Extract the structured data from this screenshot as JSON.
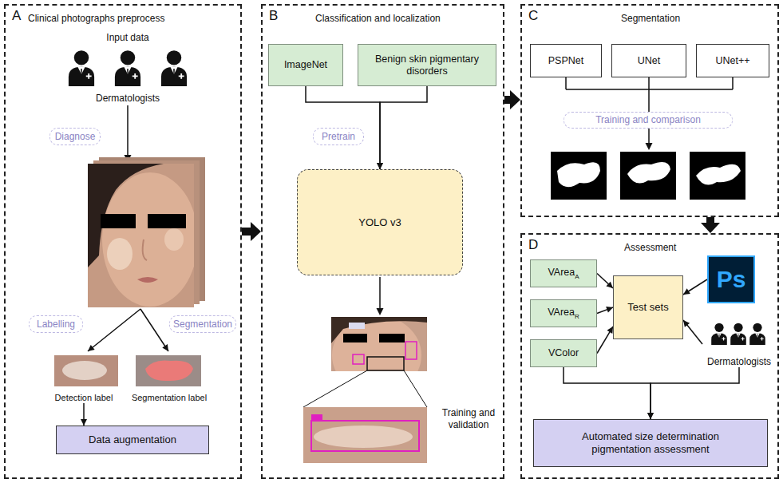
{
  "diagram": {
    "nodes": [
      {
        "text": [
          "A",
          "Clinical photographs preprocess"
        ]
      },
      {
        "text": [
          "Input data",
          "Dermatologists"
        ],
        "in": 0
      },
      {
        "text": [
          "Diagnose"
        ],
        "in": 0
      },
      {
        "text": [
          "Labelling"
        ],
        "in": 0
      },
      {
        "text": [
          "Segmentation"
        ],
        "in": 0
      },
      {
        "text": [
          "Detection label"
        ],
        "in": 0
      },
      {
        "text": [
          "Segmentation label"
        ],
        "in": 0
      },
      {
        "text": [
          "Data augmentation"
        ],
        "in": 0
      },
      {
        "text": [
          "B",
          "Classification and localization"
        ]
      },
      {
        "text": [
          "ImageNet"
        ],
        "in": 8
      },
      {
        "text": [
          "Benign skin pigmentary disorders"
        ],
        "in": 8
      },
      {
        "text": [
          "Pretrain"
        ],
        "in": 8
      },
      {
        "text": [
          "YOLO v3"
        ],
        "in": 8
      },
      {
        "text": [
          "C",
          "Segmentation"
        ]
      },
      {
        "text": [
          "PSPNet"
        ],
        "in": 13
      },
      {
        "text": [
          "UNet"
        ],
        "in": 13
      },
      {
        "text": [
          "UNet++"
        ],
        "in": 13
      },
      {
        "text": [
          "Training and comparison"
        ],
        "in": 13
      },
      {
        "text": [
          "D",
          "Assessment"
        ]
      },
      {
        "text": [
          "VArea",
          "A"
        ],
        "in": 18
      },
      {
        "text": [
          "VArea",
          "R"
        ],
        "in": 18
      },
      {
        "text": [
          "VColor"
        ],
        "in": 18
      },
      {
        "text": [
          "Test sets"
        ],
        "in": 18
      },
      {
        "text": [
          "Ps"
        ],
        "in": 18
      },
      {
        "text": [
          "Dermatologists"
        ],
        "in": 18
      },
      {
        "text": [
          "Automated size determination pigmentation assessment"
        ],
        "in": 18
      }
    ],
    "edges": [
      {
        "from": 0,
        "to": 8,
        "arrow": "to"
      },
      {
        "from": 8,
        "to": 13,
        "arrow": "to"
      },
      {
        "from": 13,
        "to": 18,
        "arrow": "to"
      },
      {
        "from": 5,
        "to": 7,
        "arrow": "to"
      },
      {
        "from": 9,
        "to": 12,
        "arrow": "to"
      },
      {
        "from": 10,
        "to": 12,
        "arrow": "to"
      },
      {
        "from": 19,
        "to": 22,
        "arrow": "to"
      },
      {
        "from": 20,
        "to": 22,
        "arrow": "to"
      },
      {
        "from": 21,
        "to": 22,
        "arrow": "to"
      },
      {
        "from": 23,
        "to": 22,
        "arrow": "to"
      },
      {
        "from": 24,
        "to": 22,
        "arrow": "to"
      },
      {
        "from": 21,
        "to": 25,
        "arrow": "to"
      },
      {
        "from": 24,
        "to": 25,
        "arrow": "to"
      }
    ],
    "labels": [
      "Training and validation"
    ]
  }
}
